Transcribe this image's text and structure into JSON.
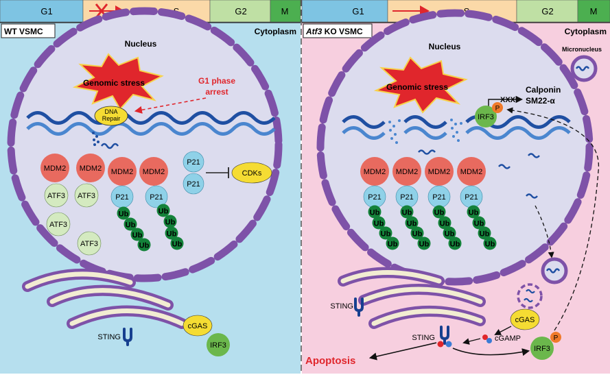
{
  "cell_cycle": {
    "phases": [
      "G1",
      "S",
      "G2",
      "M"
    ],
    "colors": {
      "G1": "#7ec4e3",
      "S": "#fbd9a8",
      "G2": "#bfe0a4",
      "M": "#4caf50"
    }
  },
  "left_panel": {
    "label": "WT VSMC",
    "background": "#b6dfee",
    "cytoplasm_label": "Cytoplasm",
    "nucleus_label": "Nucleus",
    "stress_label": "Genomic stress",
    "dna_repair_label": "DNA Repair",
    "arrest_label_line1": "G1 phase",
    "arrest_label_line2": "arrest",
    "mdm2_label": "MDM2",
    "atf3_label": "ATF3",
    "p21_label": "P21",
    "ub_label": "Ub",
    "cdks_label": "CDKs",
    "sting_label": "STING",
    "cgas_label": "cGAS",
    "irf3_label": "IRF3"
  },
  "right_panel": {
    "label_italic": "Atf3",
    "label_rest": " KO VSMC",
    "background": "#f7cfdf",
    "cytoplasm_label": "Cytoplasm",
    "nucleus_label": "Nucleus",
    "micronucleus_label": "Micronucleus",
    "stress_label": "Genomic stress",
    "xxx_label": "XXX",
    "calponin_label": "Calponin",
    "sm22_label": "SM22-α",
    "irf3_label": "IRF3",
    "p_label": "P",
    "mdm2_label": "MDM2",
    "p21_label": "P21",
    "ub_label": "Ub",
    "sting_label": "STING",
    "cgas_label": "cGAS",
    "cgamp_label": "cGAMP",
    "apoptosis_label": "Apoptosis"
  },
  "colors": {
    "membrane": "#7e52a8",
    "nucleus_fill": "#dcdcee",
    "mdm2": "#e86a5f",
    "atf3": "#d4eac0",
    "p21": "#8fd1e8",
    "ub": "#14823a",
    "yellow": "#f5dc33",
    "irf3": "#6bb74c",
    "phospho": "#f07a2a",
    "dna_dark": "#1f4fa2",
    "dna_light": "#4a86cf",
    "red": "#e0262c",
    "sting": "#163f8f"
  }
}
